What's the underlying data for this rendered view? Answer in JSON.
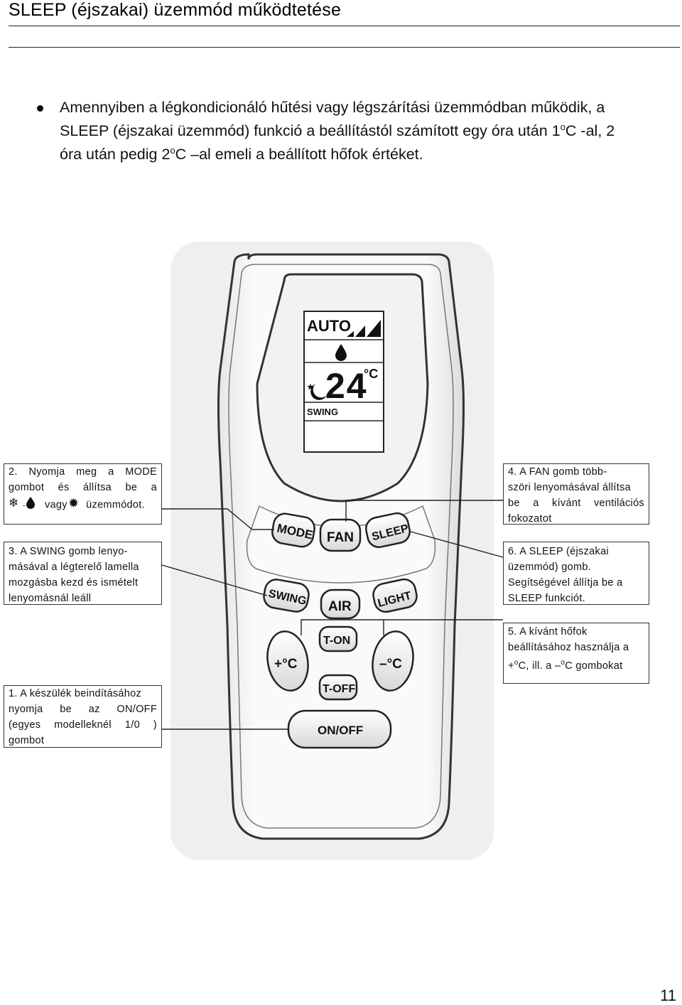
{
  "page": {
    "title": "SLEEP  (éjszakai) üzemmód működtetése",
    "page_number": "11"
  },
  "intro": {
    "line1": "Amennyiben a légkondicionáló hűtési vagy légszárítási üzemmódban működik, a",
    "line2_a": "SLEEP (éjszakai üzemmód) funkció a beállítástól számított egy óra után 1",
    "line2_sup": "o",
    "line2_b": "C  -al, 2",
    "line3_a": "óra után pedig  2",
    "line3_sup": "o",
    "line3_b": "C –al emeli a beállított hőfok értéket."
  },
  "callouts": {
    "c2": {
      "line1": "2.  Nyomja   meg   a   MODE",
      "line2": "gombot    és    állítsa    be    a",
      "vagy": "vagy",
      "suffix": "üzemmódot."
    },
    "c3": {
      "line1": "3.  A  SWING gomb lenyo-",
      "line2": "másával  a  légterelő  lamella",
      "line3": "mozgásba  kezd  és  ismételt",
      "line4": "lenyomásnál leáll"
    },
    "c1": {
      "line1": "1. A készülék beindításához",
      "line2": "nyomja    be    az    ON/OFF",
      "line3": "(egyes  modelleknél  1/0    )",
      "line4": "gombot"
    },
    "c4": {
      "line1": "4.  A     FAN  gomb  több-",
      "line2": "szöri lenyomásával állítsa",
      "line3": "be   a   kívánt   ventilációs",
      "line4": "fokozatot"
    },
    "c6": {
      "line1": "6.   A   SLEEP   (éjszakai",
      "line2": "üzemmód) gomb.",
      "line3": "Segítségével   állítja be a",
      "line4": "SLEEP funkciót."
    },
    "c5": {
      "line1": "5. A kívánt hőfok",
      "line2": "beállításához használja a",
      "line3_a": "+",
      "line3_sup1": "o",
      "line3_b": "C, ill. a –",
      "line3_sup2": "o",
      "line3_c": "C gombokat"
    }
  },
  "remote": {
    "display": {
      "auto": "AUTO",
      "temperature": "24",
      "unit": "°C",
      "swing": "SWING"
    },
    "buttons": {
      "mode": "MODE",
      "fan": "FAN",
      "sleep": "SLEEP",
      "swing": "SWING",
      "air": "AIR",
      "light": "LIGHT",
      "t_on": "T-ON",
      "t_off": "T-OFF",
      "temp_up": "+°C",
      "temp_down": "–°C",
      "on_off": "ON/OFF"
    }
  }
}
